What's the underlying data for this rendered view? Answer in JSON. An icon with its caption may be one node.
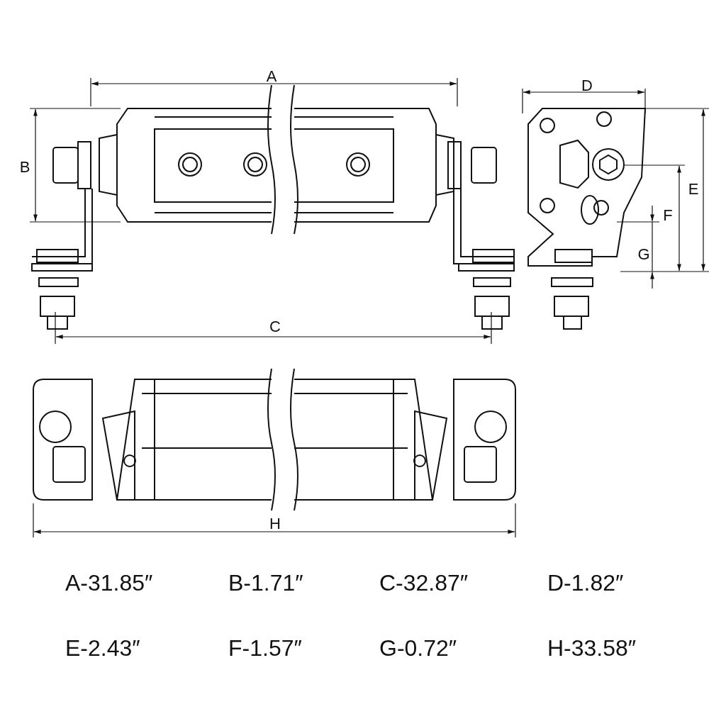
{
  "diagram": {
    "labels": [
      "A",
      "D",
      "B",
      "E",
      "F",
      "G",
      "C",
      "H",
      "A-31.85″",
      "B-1.71″",
      "C-32.87″",
      "D-1.82″",
      "E-2.43″",
      "F-1.57″",
      "G-0.72″",
      "H-33.58″"
    ]
  }
}
